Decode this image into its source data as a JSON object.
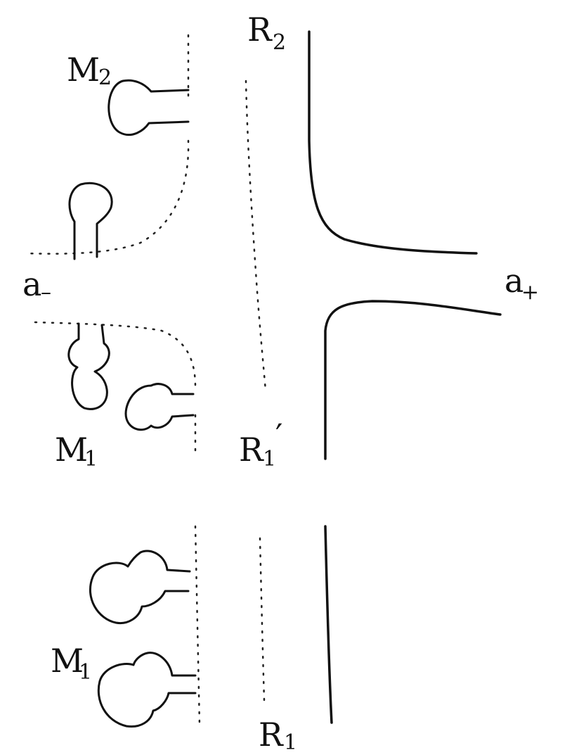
{
  "labels": {
    "m2": "M",
    "m2_sub": "2",
    "r2": "R",
    "r2_sub": "2",
    "a_minus": "a",
    "a_minus_sub": "–",
    "a_plus": "a",
    "a_plus_sub": "+",
    "m1_upper": "M",
    "m1_upper_sub": "1",
    "r1_prime": "R",
    "r1_prime_sub": "1",
    "r1_prime_mark": "′",
    "m1_lower": "M",
    "m1_lower_sub": "1",
    "r1": "R",
    "r1_sub": "1"
  },
  "colors": {
    "ink": "#111111",
    "background": "#ffffff"
  }
}
